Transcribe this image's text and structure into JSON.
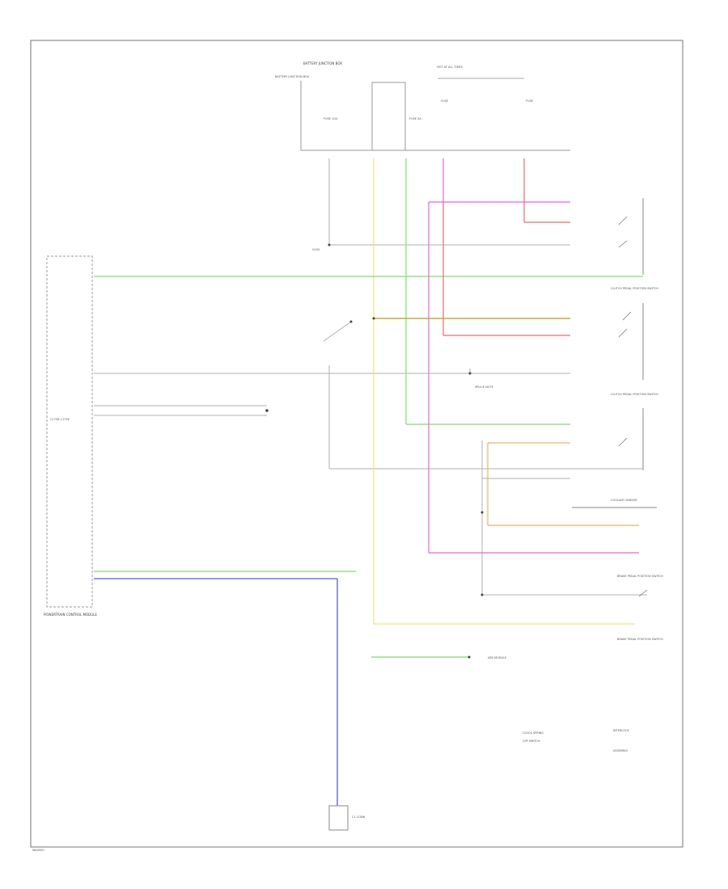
{
  "wires": {
    "green": "#7dde6a",
    "pink": "#f05fe0",
    "red": "#f06a6a",
    "orange": "#f0b060",
    "blue": "#7070ee",
    "yellow": "#f0dc60",
    "gray": "#b0b0b0",
    "olive": "#c8a830",
    "frame": "#888888"
  },
  "labels": {
    "figure_code": "WA0000",
    "fuse_box_title": "BATTERY JUNCTION BOX",
    "fuse_box_side": "BATTERY JUNCTION BOX",
    "fuse_left": "FUSE 10A",
    "fuse_mid": "FUSE 5A",
    "fuse_r1": "FUSE",
    "fuse_r2": "FUSE",
    "hot_header": "HOT AT ALL TIMES",
    "pcm": "POWERTRAIN CONTROL MODULE",
    "pcm_connectors": "C175B C175E",
    "coolant_sensor": "COOLANT SENSOR",
    "brake_switch": "BRAKE PEDAL POSITION SWITCH",
    "brake_switch2": "BRAKE PEDAL POSITION SWITCH",
    "clutch_note": "CLUTCH PEDAL POSITION SWITCH",
    "splice_note": "SPLICE NOTE",
    "ground": "G100",
    "abs_module": "ABS MODULE",
    "interlock": "INTERLOCK",
    "assembly": "ASSEMBLY",
    "clock_spring": "CLOCK SPRING",
    "cpp_switch": "CPP SWITCH",
    "bottom_conn": "C1 CONN"
  }
}
